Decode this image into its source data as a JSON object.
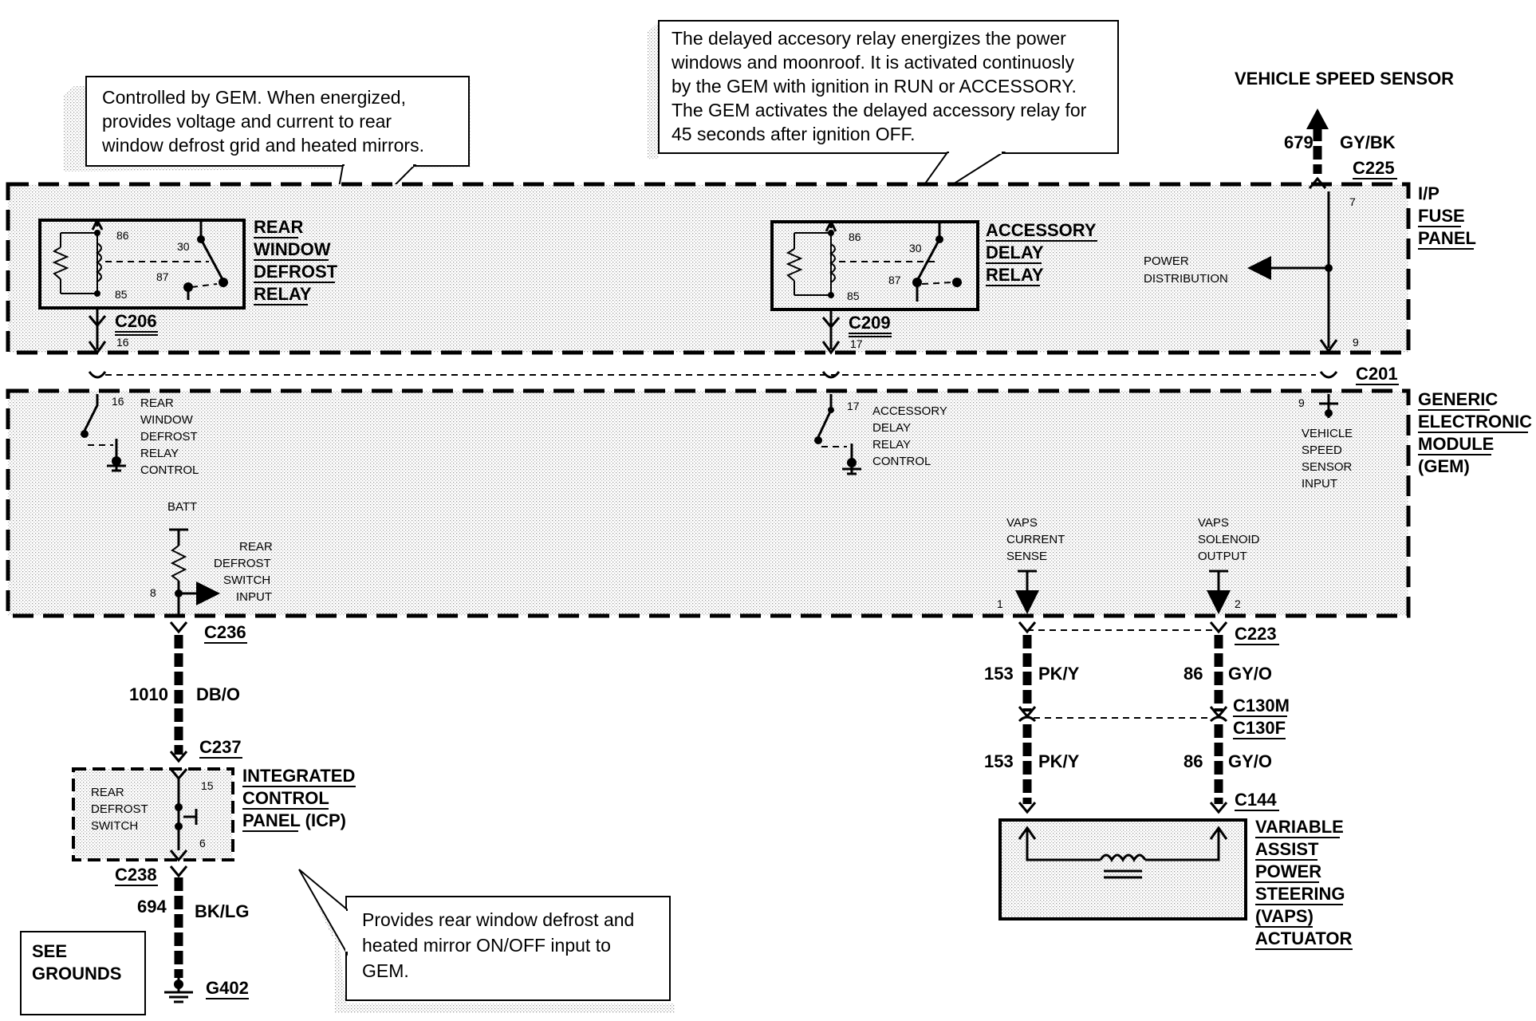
{
  "notes": {
    "gem_control_1": "Controlled by GEM.  When energized,",
    "gem_control_2": "provides voltage and current to rear",
    "gem_control_3": "window defrost grid and heated mirrors.",
    "delayed_1": "The delayed accesory relay energizes the power",
    "delayed_2": "windows and moonroof.  It is activated continuosly",
    "delayed_3": "by the GEM with ignition in RUN or ACCESSORY.",
    "delayed_4": "The GEM activates the delayed accessory relay for",
    "delayed_5": "45 seconds after ignition OFF.",
    "icp_1": "Provides rear window defrost and",
    "icp_2": "heated mirror ON/OFF input to",
    "icp_3": "GEM.",
    "see_grounds_1": "SEE",
    "see_grounds_2": "GROUNDS"
  },
  "components": {
    "vss": "VEHICLE SPEED SENSOR",
    "ip_1": "I/P",
    "ip_2": "FUSE",
    "ip_3": "PANEL",
    "gem_1": "GENERIC",
    "gem_2": "ELECTRONIC",
    "gem_3": "MODULE",
    "gem_4": "(GEM)",
    "rwd_1": "REAR",
    "rwd_2": "WINDOW",
    "rwd_3": "DEFROST",
    "rwd_4": "RELAY",
    "acc_1": "ACCESSORY",
    "acc_2": "DELAY",
    "acc_3": "RELAY",
    "icp_1": "INTEGRATED",
    "icp_2": "CONTROL",
    "icp_3": "PANEL (ICP)",
    "vaps_1": "VARIABLE",
    "vaps_2": "ASSIST",
    "vaps_3": "POWER",
    "vaps_4": "STEERING",
    "vaps_5": "(VAPS)",
    "vaps_6": "ACTUATOR",
    "power_dist_1": "POWER",
    "power_dist_2": "DISTRIBUTION"
  },
  "connectors": {
    "c225": "C225",
    "c206": "C206",
    "c209": "C209",
    "c201": "C201",
    "c236": "C236",
    "c237": "C237",
    "c238": "C238",
    "g402": "G402",
    "c223": "C223",
    "c130m": "C130M",
    "c130f": "C130F",
    "c144": "C144"
  },
  "circuits": {
    "w679_num": "679",
    "w679_color": "GY/BK",
    "w1010_num": "1010",
    "w1010_color": "DB/O",
    "w694_num": "694",
    "w694_color": "BK/LG",
    "w153a_num": "153",
    "w153a_color": "PK/Y",
    "w86a_num": "86",
    "w86a_color": "GY/O",
    "w153b_num": "153",
    "w153b_color": "PK/Y",
    "w86b_num": "86",
    "w86b_color": "GY/O"
  },
  "pins": {
    "p7": "7",
    "p9a": "9",
    "p16a": "16",
    "p17a": "17",
    "p16b": "16",
    "p17b": "17",
    "p9b": "9",
    "p8": "8",
    "p1": "1",
    "p2": "2",
    "p15": "15",
    "p6": "6",
    "r1_86": "86",
    "r1_85": "85",
    "r1_30": "30",
    "r1_87": "87",
    "r2_86": "86",
    "r2_85": "85",
    "r2_30": "30",
    "r2_87": "87"
  },
  "gem_labels": {
    "rwd_ctrl_1": "REAR",
    "rwd_ctrl_2": "WINDOW",
    "rwd_ctrl_3": "DEFROST",
    "rwd_ctrl_4": "RELAY",
    "rwd_ctrl_5": "CONTROL",
    "acc_ctrl_1": "ACCESSORY",
    "acc_ctrl_2": "DELAY",
    "acc_ctrl_3": "RELAY",
    "acc_ctrl_4": "CONTROL",
    "vss_in_1": "VEHICLE",
    "vss_in_2": "SPEED",
    "vss_in_3": "SENSOR",
    "vss_in_4": "INPUT",
    "batt": "BATT",
    "rds_in_1": "REAR",
    "rds_in_2": "DEFROST",
    "rds_in_3": "SWITCH",
    "rds_in_4": "INPUT",
    "vaps_cs_1": "VAPS",
    "vaps_cs_2": "CURRENT",
    "vaps_cs_3": "SENSE",
    "vaps_so_1": "VAPS",
    "vaps_so_2": "SOLENOID",
    "vaps_so_3": "OUTPUT",
    "icp_sw_1": "REAR",
    "icp_sw_2": "DEFROST",
    "icp_sw_3": "SWITCH"
  }
}
